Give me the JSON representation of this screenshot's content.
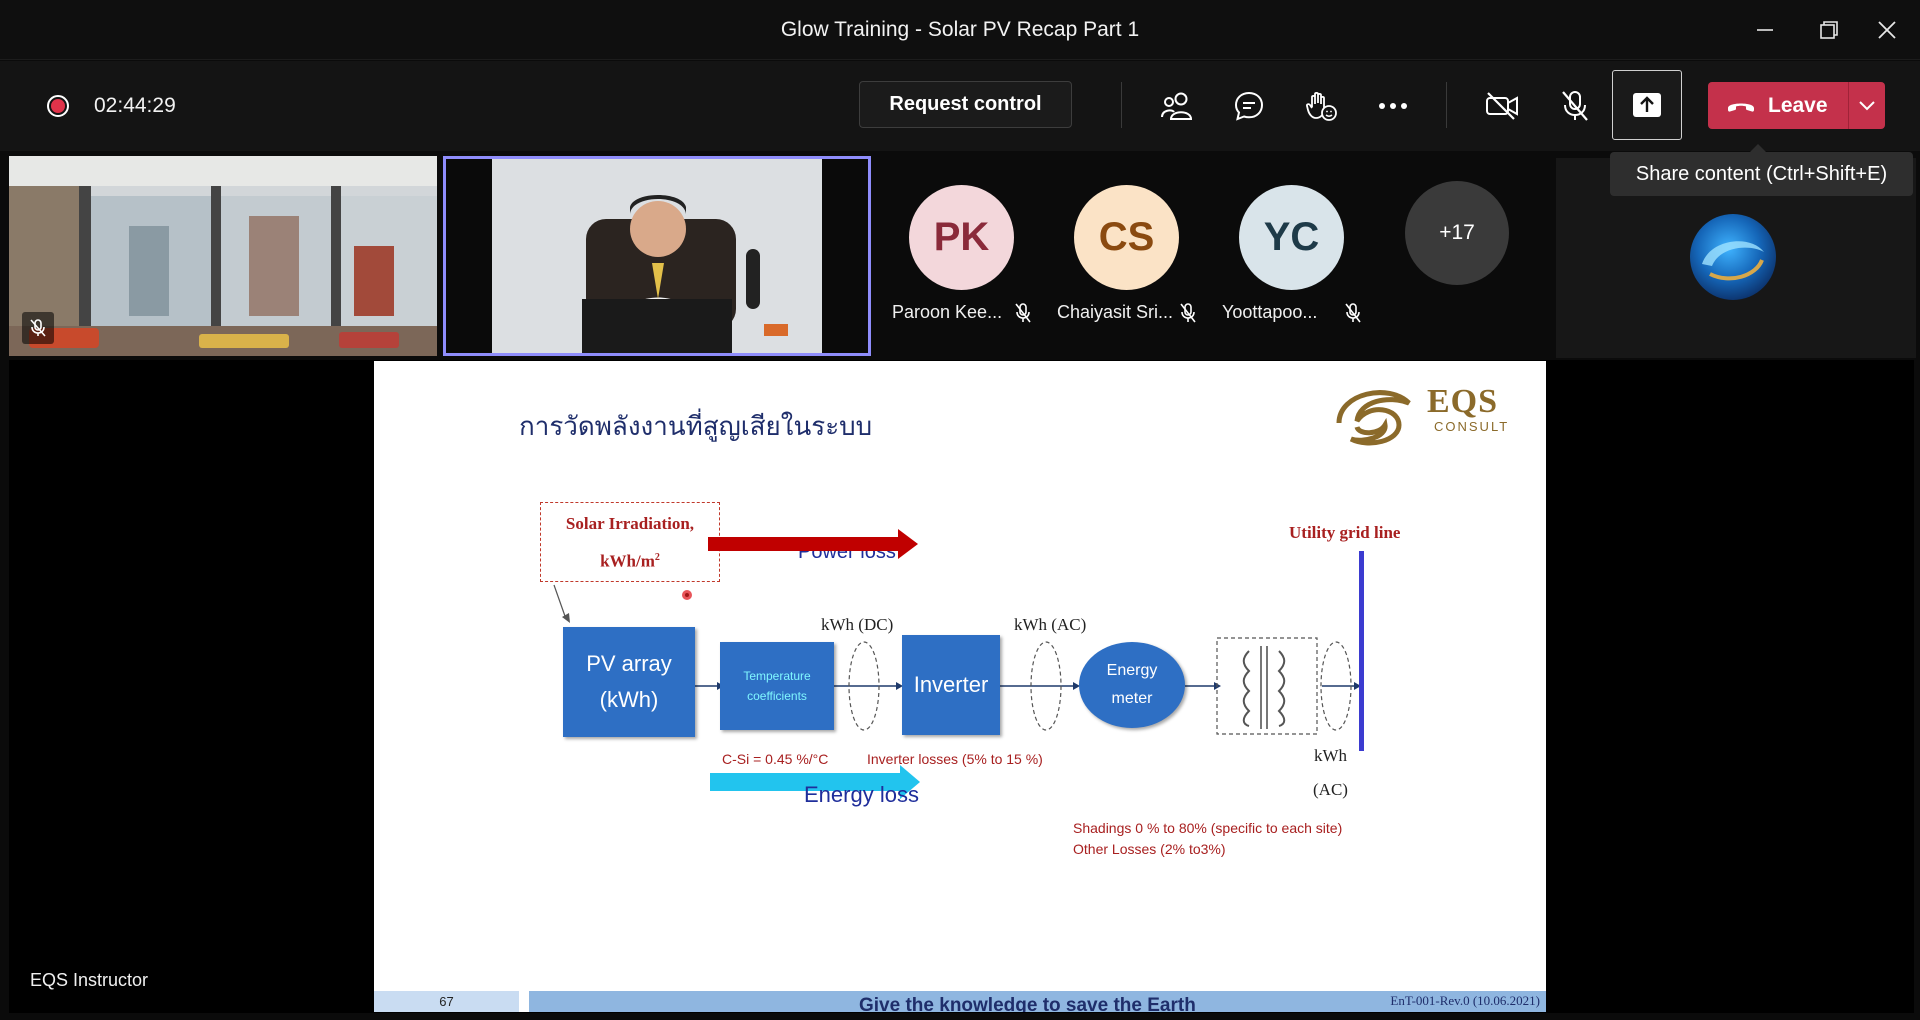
{
  "window": {
    "title": "Glow Training - Solar PV Recap Part 1"
  },
  "toolbar": {
    "timer": "02:44:29",
    "request_control_label": "Request control",
    "leave_label": "Leave",
    "tooltip": "Share content (Ctrl+Shift+E)"
  },
  "participants": [
    {
      "initials": "PK",
      "name": "Paroon Kee...",
      "color": "#f3d7db",
      "text_color": "#8a2a3a"
    },
    {
      "initials": "CS",
      "name": "Chaiyasit Sri...",
      "color": "#fbe3c6",
      "text_color": "#8a4a10"
    },
    {
      "initials": "YC",
      "name": "Yoottapoo...",
      "color": "#d9e4ea",
      "text_color": "#1e3a48"
    }
  ],
  "overflow_count": "+17",
  "stage": {
    "label": "EQS Instructor"
  },
  "slide": {
    "title": "การวัดพลังงานที่สูญเสียในระบบ",
    "logo_text": "EQS",
    "logo_sub": "CONSULT",
    "irradiation_line1": "Solar Irradiation,",
    "irradiation_line2": "kWh/m",
    "irradiation_sup": "2",
    "power_loss": "Power loss",
    "energy_loss": "Energy loss",
    "utility_grid": "Utility grid line",
    "pv_array_line1": "PV array",
    "pv_array_line2": "(kWh)",
    "temp_line1": "Temperature",
    "temp_line2": "coefficients",
    "inverter": "Inverter",
    "meter_line1": "Energy",
    "meter_line2": "meter",
    "kwh_dc": "kWh (DC)",
    "kwh_ac": "kWh (AC)",
    "kwh_end_line1": "kWh",
    "kwh_end_line2": "(AC)",
    "csi": "C-Si = 0.45 %/°C",
    "inverter_losses": "Inverter losses (5% to 15 %)",
    "shadings": "Shadings 0 % to 80% (specific to each site)",
    "other_losses": "Other Losses (2% to3%)",
    "page_number": "67",
    "slogan": "Give the knowledge to save the Earth",
    "doc_code": "EnT-001-Rev.0 (10.06.2021)"
  },
  "colors": {
    "leave": "#c4314b",
    "presenter_border": "#8f8dfc",
    "slide_blue": "#2e6fc4",
    "power_arrow": "#c00000",
    "energy_arrow": "#22c4ee",
    "grid_line": "#3b3bd0"
  },
  "icons": [
    "minimize-icon",
    "restore-icon",
    "close-icon",
    "record-icon",
    "people-icon",
    "chat-icon",
    "react-icon",
    "more-icon",
    "camera-off-icon",
    "mic-off-icon",
    "share-icon",
    "phone-icon",
    "chevron-down-icon"
  ]
}
